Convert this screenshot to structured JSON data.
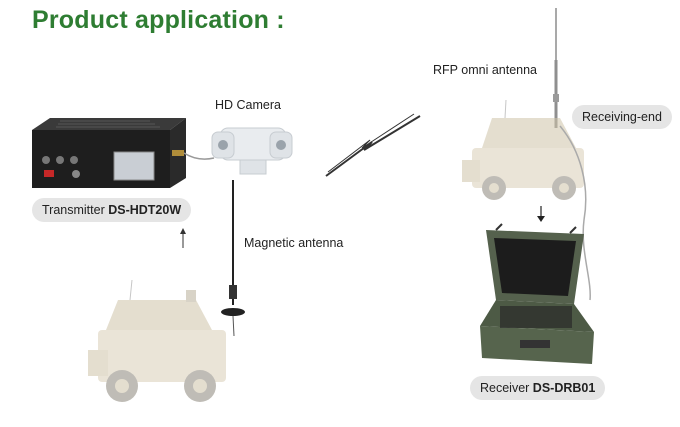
{
  "page": {
    "title": "Product application :"
  },
  "labels": {
    "hd_camera": "HD Camera",
    "rfp_antenna": "RFP omni antenna",
    "receiving_end": "Receiving-end",
    "transmitter_prefix": "Transmitter",
    "transmitter_model": "DS-HDT20W",
    "magnetic_antenna": "Magnetic antenna",
    "receiver_prefix": "Receiver",
    "receiver_model": "DS-DRB01"
  },
  "colors": {
    "title": "#2e7d32",
    "pill_bg": "#e5e5e5",
    "vehicle": "#d9cfb8",
    "device_dark": "#1e1e1e",
    "case_green": "#4d5a45"
  }
}
